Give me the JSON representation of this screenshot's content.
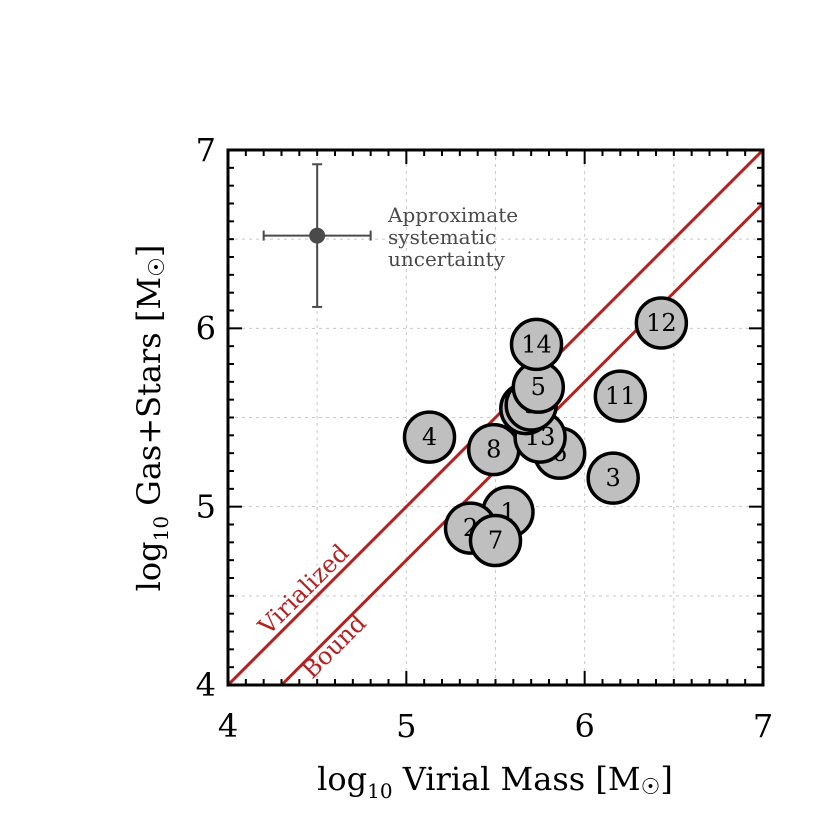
{
  "chart_data": {
    "type": "scatter",
    "xlabel_pre": "log",
    "xlabel_sub": "10",
    "xlabel_post": " Virial Mass [M",
    "xlabel_end": "]",
    "ylabel_pre": "log",
    "ylabel_sub": "10",
    "ylabel_post": " Gas+Stars [M",
    "ylabel_end": "]",
    "xlim": [
      4,
      7
    ],
    "ylim": [
      4,
      7
    ],
    "x_ticks": [
      "4",
      "5",
      "6",
      "7"
    ],
    "y_ticks": [
      "4",
      "5",
      "6",
      "7"
    ],
    "grid": true,
    "points": [
      {
        "label": "1",
        "x": 5.57,
        "y": 4.97
      },
      {
        "label": "2",
        "x": 5.36,
        "y": 4.88
      },
      {
        "label": "7",
        "x": 5.5,
        "y": 4.81
      },
      {
        "label": "3",
        "x": 6.16,
        "y": 5.16
      },
      {
        "label": "4",
        "x": 5.13,
        "y": 5.39
      },
      {
        "label": "8",
        "x": 5.49,
        "y": 5.32
      },
      {
        "label": "6",
        "x": 5.86,
        "y": 5.3
      },
      {
        "label": "13",
        "x": 5.75,
        "y": 5.39
      },
      {
        "label": "10",
        "x": 5.67,
        "y": 5.55
      },
      {
        "label": "9",
        "x": 5.7,
        "y": 5.57
      },
      {
        "label": "5",
        "x": 5.74,
        "y": 5.67
      },
      {
        "label": "11",
        "x": 6.2,
        "y": 5.62
      },
      {
        "label": "14",
        "x": 5.73,
        "y": 5.91
      },
      {
        "label": "12",
        "x": 6.43,
        "y": 6.03
      }
    ],
    "lines": [
      {
        "name": "Virialized",
        "offset": 0.0
      },
      {
        "name": "Bound",
        "offset": -0.3
      }
    ],
    "error_bar": {
      "x": 4.5,
      "y": 6.52,
      "x_err": 0.3,
      "y_err": 0.4,
      "label": [
        "Approximate",
        "systematic",
        "uncertainty"
      ]
    },
    "colors": {
      "line": "#b22222",
      "marker_fill": "#bfbfbf",
      "marker_edge": "#000000",
      "errorbar": "#4a4a4a",
      "grid": "#c8c8c8"
    }
  }
}
